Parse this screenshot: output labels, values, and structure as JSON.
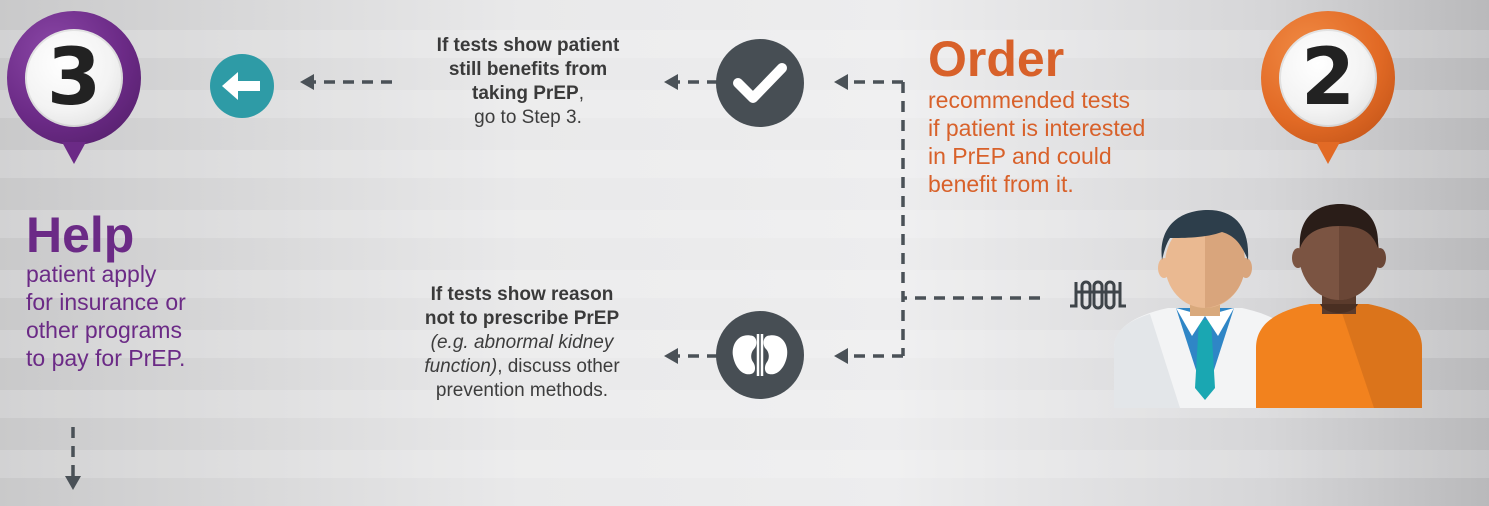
{
  "colors": {
    "purple": "#6b2a86",
    "orange": "#e26a25",
    "teal": "#2e9ba6",
    "dark_circle": "#474e54",
    "dash": "#4a5157"
  },
  "step3": {
    "number": "3",
    "title": "Help",
    "text_lines": [
      "patient apply",
      "for insurance or",
      "other programs",
      "to pay for PrEP."
    ]
  },
  "step2": {
    "number": "2",
    "title": "Order",
    "text_lines": [
      "recommended tests",
      "if patient is interested",
      "in PrEP and could",
      "benefit from it."
    ]
  },
  "outcome_pass": {
    "icon": "checkmark-icon",
    "line1": "If tests show patient",
    "line2": "still benefits from",
    "line3_bold": "taking PrEP",
    "line3_tail": ",",
    "line4": "go to Step 3."
  },
  "outcome_fail": {
    "icon": "kidney-icon",
    "line1": "If tests show reason",
    "line2": "not to prescribe PrEP",
    "line3_italic": "(e.g. abnormal kidney",
    "line4_italic": "function)",
    "line4_tail": ", discuss other",
    "line5": "prevention methods."
  },
  "icons": [
    "arrow-left-icon",
    "test-tubes-icon",
    "doctor-icon",
    "patient-icon"
  ]
}
